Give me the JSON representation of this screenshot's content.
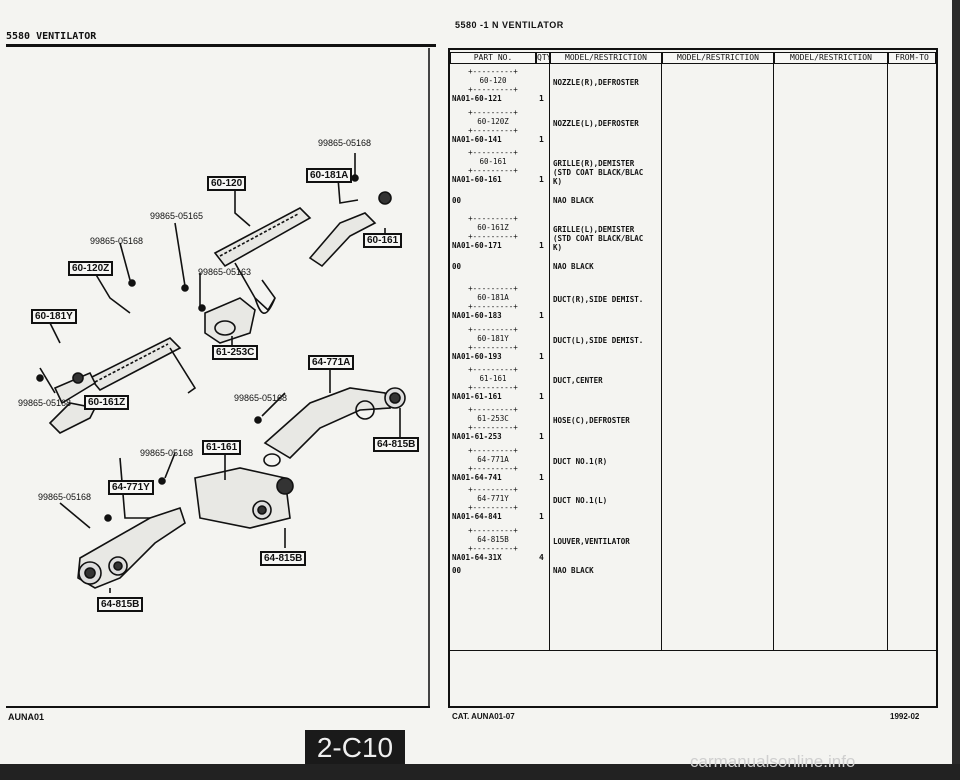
{
  "page_header": "5580 -1 N VENTILATOR",
  "left_title": "5580    VENTILATOR",
  "left_footer_code": "AUNA01",
  "table": {
    "headers": [
      "PART NO.",
      "QTY",
      "MODEL/RESTRICTION",
      "MODEL/RESTRICTION",
      "MODEL/RESTRICTION",
      "FROM-TO"
    ],
    "rows": [
      {
        "ref": "60-120",
        "part": "NA01-60-121",
        "qty": "1",
        "desc": [
          "NOZZLE(R),DEFROSTER"
        ]
      },
      {
        "ref": "60-120Z",
        "part": "NA01-60-141",
        "qty": "1",
        "desc": [
          "NOZZLE(L),DEFROSTER"
        ]
      },
      {
        "ref": "60-161",
        "part": "NA01-60-161",
        "qty": "1",
        "desc": [
          "GRILLE(R),DEMISTER",
          "(STD COAT BLACK/BLAC",
          "K)"
        ]
      },
      {
        "ref": "",
        "part": "00",
        "qty": "",
        "desc": [
          "NAO BLACK"
        ]
      },
      {
        "ref": "60-161Z",
        "part": "NA01-60-171",
        "qty": "1",
        "desc": [
          "GRILLE(L),DEMISTER",
          "(STD COAT BLACK/BLAC",
          "K)"
        ]
      },
      {
        "ref": "",
        "part": "00",
        "qty": "",
        "desc": [
          "NAO BLACK"
        ]
      },
      {
        "ref": "60-181A",
        "part": "NA01-60-183",
        "qty": "1",
        "desc": [
          "DUCT(R),SIDE DEMIST."
        ]
      },
      {
        "ref": "60-181Y",
        "part": "NA01-60-193",
        "qty": "1",
        "desc": [
          "DUCT(L),SIDE DEMIST."
        ]
      },
      {
        "ref": "61-161",
        "part": "NA01-61-161",
        "qty": "1",
        "desc": [
          "DUCT,CENTER"
        ]
      },
      {
        "ref": "61-253C",
        "part": "NA01-61-253",
        "qty": "1",
        "desc": [
          "HOSE(C),DEFROSTER"
        ]
      },
      {
        "ref": "64-771A",
        "part": "NA01-64-741",
        "qty": "1",
        "desc": [
          "DUCT NO.1(R)"
        ]
      },
      {
        "ref": "64-771Y",
        "part": "NA01-64-841",
        "qty": "1",
        "desc": [
          "DUCT NO.1(L)"
        ]
      },
      {
        "ref": "64-815B",
        "part": "NA01-64-31X",
        "qty": "4",
        "desc": [
          "LOUVER,VENTILATOR"
        ]
      },
      {
        "ref": "",
        "part": "00",
        "qty": "",
        "desc": [
          "NAO BLACK"
        ]
      }
    ]
  },
  "diagram": {
    "labels": [
      {
        "id": "l1",
        "text": "99865-05168"
      },
      {
        "id": "l2",
        "text": "99865-05165"
      },
      {
        "id": "l3",
        "text": "99865-05168"
      },
      {
        "id": "l4",
        "text": "99865-05163"
      },
      {
        "id": "l5",
        "text": "99865-05168"
      },
      {
        "id": "l6",
        "text": "99865-05168"
      },
      {
        "id": "l7",
        "text": "99865-05168"
      },
      {
        "id": "l8",
        "text": "99865-05168"
      }
    ],
    "boxes": [
      {
        "id": "b1",
        "text": "60-120"
      },
      {
        "id": "b2",
        "text": "60-181A"
      },
      {
        "id": "b3",
        "text": "60-161"
      },
      {
        "id": "b4",
        "text": "60-120Z"
      },
      {
        "id": "b5",
        "text": "60-181Y"
      },
      {
        "id": "b6",
        "text": "61-253C"
      },
      {
        "id": "b7",
        "text": "64-771A"
      },
      {
        "id": "b8",
        "text": "60-161Z"
      },
      {
        "id": "b9",
        "text": "64-815B"
      },
      {
        "id": "b10",
        "text": "61-161"
      },
      {
        "id": "b11",
        "text": "64-771Y"
      },
      {
        "id": "b12",
        "text": "64-815B"
      },
      {
        "id": "b13",
        "text": "64-815B"
      }
    ]
  },
  "footer": {
    "cat": "CAT. AUNA01-07",
    "date": "1992-02",
    "page": "2-C10"
  },
  "watermark": "carmanualsonline.info"
}
